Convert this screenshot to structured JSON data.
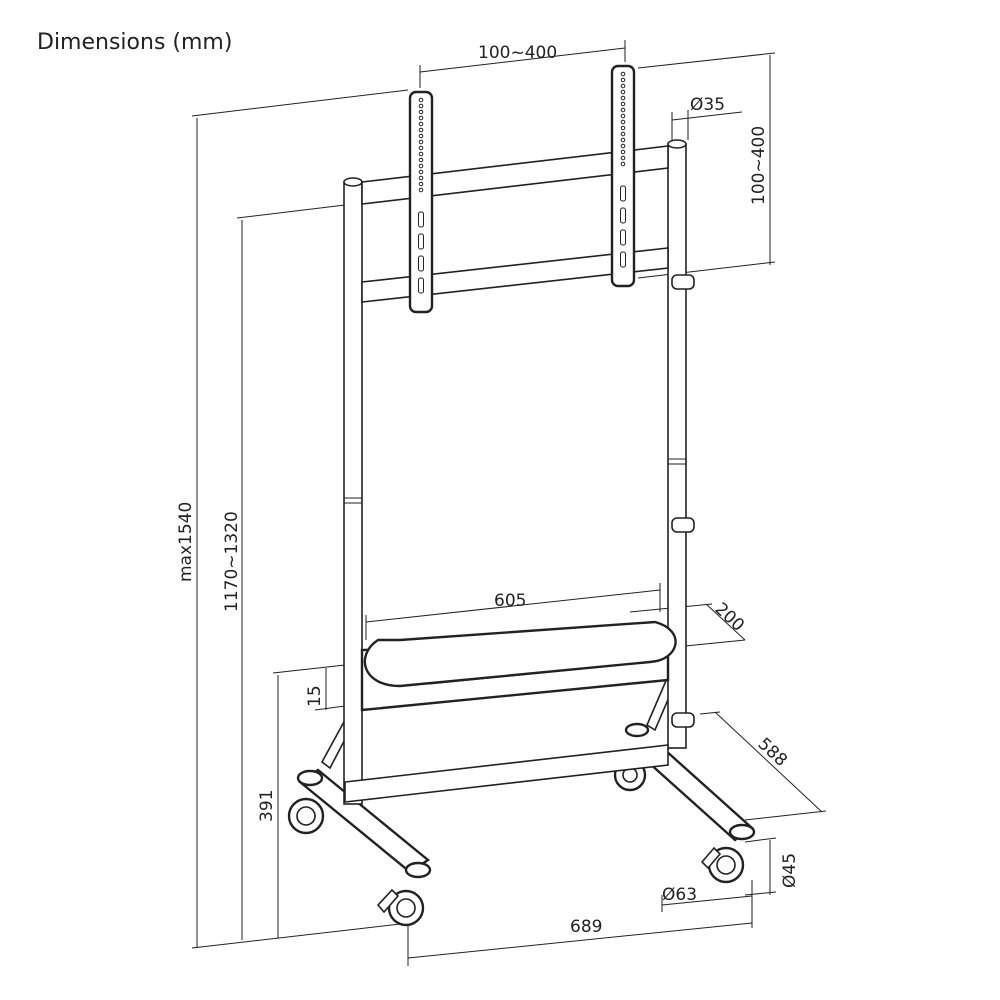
{
  "title": "Dimensions (mm)",
  "dimensions": {
    "vesa_width": "100~400",
    "pole_diameter": "Ø35",
    "vesa_height": "100~400",
    "max_height": "max1540",
    "height_range": "1170~1320",
    "shelf_width": "605",
    "shelf_depth": "200",
    "shelf_thickness": "15",
    "shelf_height": "391",
    "base_depth": "588",
    "caster_height": "Ø45",
    "caster_diameter": "Ø63",
    "base_width": "689"
  },
  "colors": {
    "line": "#222222",
    "background": "#ffffff"
  }
}
